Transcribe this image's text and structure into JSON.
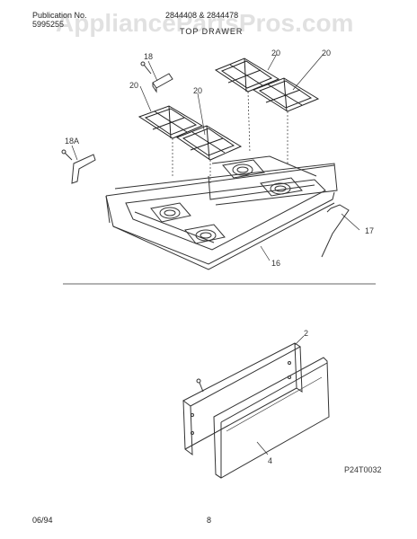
{
  "header": {
    "publication_label": "Publication No.",
    "publication_number": "5995255",
    "models": "2844408 & 2844478",
    "section": "TOP DRAWER"
  },
  "watermark": "AppliancePartsPros.com",
  "callouts": {
    "c18": "18",
    "c18a": "18A",
    "c20a": "20",
    "c20b": "20",
    "c20c": "20",
    "c20d": "20",
    "c16": "16",
    "c17": "17",
    "c2": "2",
    "c4": "4"
  },
  "figure_code": "P24T0032",
  "footer": {
    "date": "06/94",
    "page": "8"
  }
}
